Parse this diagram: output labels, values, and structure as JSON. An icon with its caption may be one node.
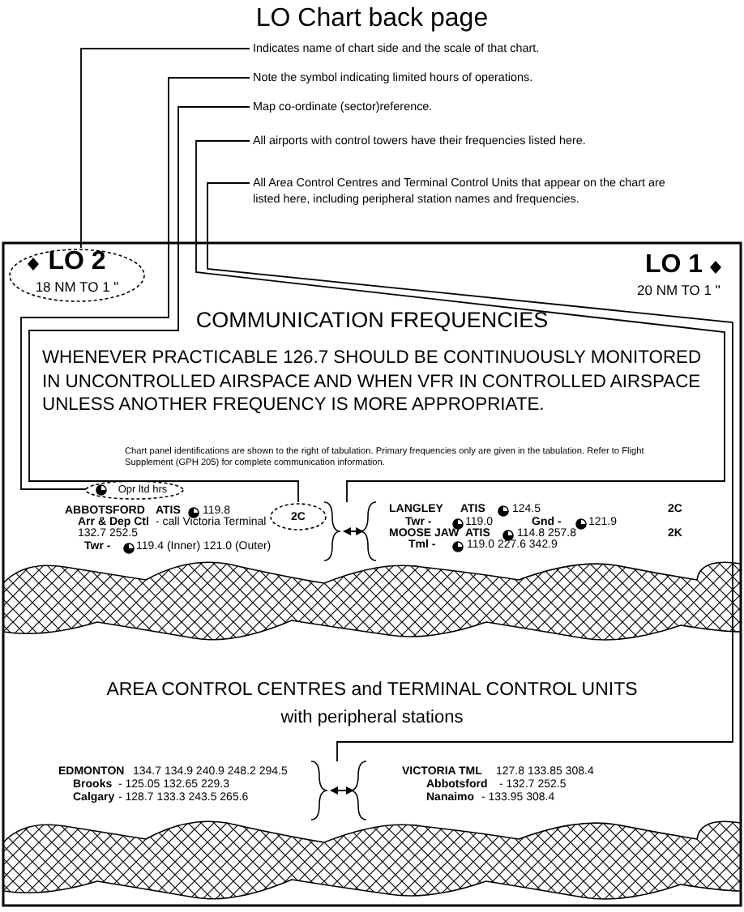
{
  "diagram": {
    "title": "LO Chart back page",
    "nodes": [
      {
        "text": [
          "Indicates name of chart side and the scale of that chart."
        ]
      },
      {
        "text": [
          "Note the symbol indicating limited hours of operations."
        ]
      },
      {
        "text": [
          "Map co-ordinate (sector)reference."
        ]
      },
      {
        "text": [
          "All airports with control towers have their frequencies listed here."
        ]
      },
      {
        "text": [
          "All Area Control Centres and Terminal Control Units that appear on the chart are listed here, including peripheral station names and frequencies."
        ]
      },
      {
        "text": [
          "LO 2",
          "18 NM TO 1 \""
        ]
      },
      {
        "text": [
          "Opr ltd hrs"
        ]
      },
      {
        "text": [
          "2C"
        ]
      },
      {
        "text": [],
        "shape": "band"
      },
      {
        "text": [],
        "shape": "band"
      },
      {
        "text": [],
        "shape": "brace"
      },
      {
        "text": [],
        "shape": "brace"
      }
    ],
    "edges": [
      {
        "from": 0,
        "to": 5,
        "arrow": "none"
      },
      {
        "from": 1,
        "to": 6,
        "arrow": "none"
      },
      {
        "from": 2,
        "to": 7,
        "arrow": "none"
      },
      {
        "from": 3,
        "to": 10,
        "arrow": "none"
      },
      {
        "from": 4,
        "to": 11,
        "arrow": "none"
      }
    ],
    "labels": [
      "LO 1",
      "20 NM TO 1 \"",
      "COMMUNICATION FREQUENCIES",
      "WHENEVER PRACTICABLE 126.7 SHOULD BE CONTINUOUSLY MONITORED IN UNCONTROLLED AIRSPACE AND WHEN VFR IN CONTROLLED AIRSPACE UNLESS ANOTHER FREQUENCY IS MORE APPROPRIATE.",
      "Chart panel identifications are shown to the right of tabulation.  Primary frequencies only are given in the tabulation.  Refer to Flight Supplement (GPH 205) for complete communication information.",
      "ABBOTSFORD",
      "ATIS",
      "119.8",
      "Arr & Dep Ctl",
      "- call Victoria Terminal",
      "132.7 252.5",
      "Twr -",
      "119.4 (Inner) 121.0 (Outer)",
      "LANGLEY",
      "ATIS",
      "124.5",
      "2C",
      "Twr -",
      "119.0",
      "Gnd -",
      "121.9",
      "MOOSE JAW",
      "ATIS",
      "114.8 257.8",
      "2K",
      "Tml -",
      "119.0 227.6 342.9",
      "AREA CONTROL CENTRES and TERMINAL CONTROL UNITS",
      "with peripheral stations",
      "EDMONTON",
      "134.7 134.9 240.9 248.2 294.5",
      "Brooks",
      "- 125.05 132.65 229.3",
      "Calgary",
      "- 128.7 133.3 243.5 265.6",
      "VICTORIA TML",
      "127.8 133.85 308.4",
      "Abbotsford",
      "- 132.7 252.5",
      "Nanaimo",
      "- 133.95 308.4"
    ]
  }
}
